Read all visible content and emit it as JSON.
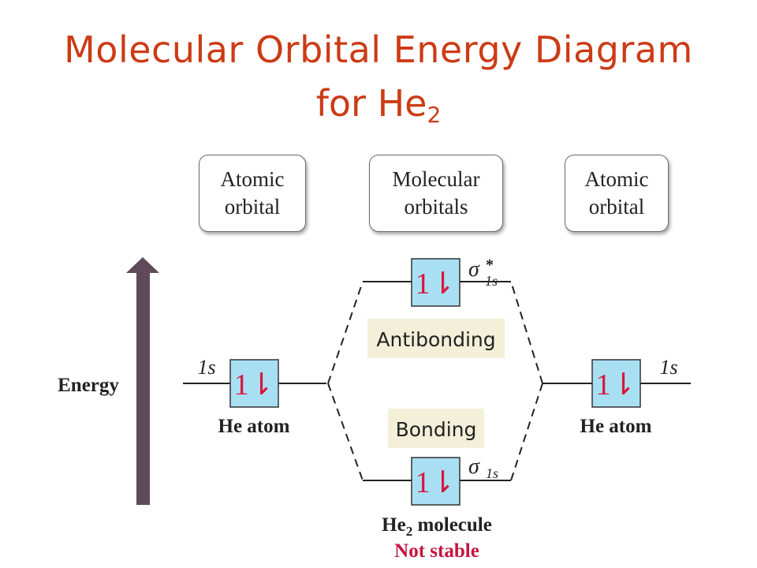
{
  "title": {
    "line1": "Molecular Orbital Energy Diagram",
    "line2_main": "for He",
    "line2_subscript": "2"
  },
  "headers": {
    "left": "Atomic\norbital",
    "center": "Molecular\norbitals",
    "right": "Atomic\norbital"
  },
  "energy_label": "Energy",
  "left_atom": {
    "orbital": "1s",
    "electrons": "1⇂",
    "label": "He atom"
  },
  "right_atom": {
    "orbital": "1s",
    "electrons": "1⇂",
    "label": "He atom"
  },
  "antibonding": {
    "symbol": "σ",
    "superscript": "*",
    "subscript": "1s",
    "electrons": "1⇂",
    "label": "Antibonding"
  },
  "bonding": {
    "symbol": "σ",
    "subscript": "1s",
    "electrons": "1⇂",
    "label": "Bonding"
  },
  "molecule": {
    "name": "He",
    "subscript": "2",
    "suffix": " molecule",
    "status": "Not stable"
  },
  "colors": {
    "title": "#cc3b16",
    "orbital_box": "#a9dff3",
    "electron_arrows": "#d8173f",
    "label_bg": "#f3efd8",
    "energy_arrow": "#5f4a59",
    "status": "#c4153f"
  }
}
